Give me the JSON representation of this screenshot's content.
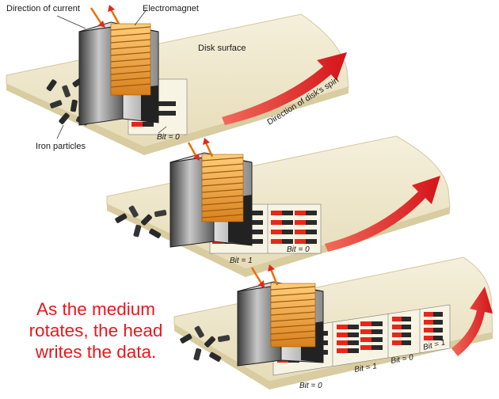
{
  "labels": {
    "direction_of_current": "Direction of current",
    "electromagnet": "Electromagnet",
    "disk_surface": "Disk surface",
    "direction_of_spin": "Direction of disk's spin",
    "iron_particles": "Iron particles"
  },
  "panels": [
    {
      "bits": [
        "Bit = 0"
      ]
    },
    {
      "bits": [
        "Bit = 1",
        "Bit = 0"
      ]
    },
    {
      "bits": [
        "Bit = 0",
        "Bit = 1",
        "Bit = 0",
        "Bit = 1"
      ]
    }
  ],
  "caption": [
    "As the medium",
    "rotates, the head",
    "writes the data."
  ],
  "colors": {
    "disk": "#efe9d0",
    "disk_edge": "#d9d0a8",
    "coil": "#f0a030",
    "arrow": "#e8171e",
    "particle_dark": "#2a2a2a",
    "particle_red": "#e8261a",
    "caption": "#e8171e"
  }
}
